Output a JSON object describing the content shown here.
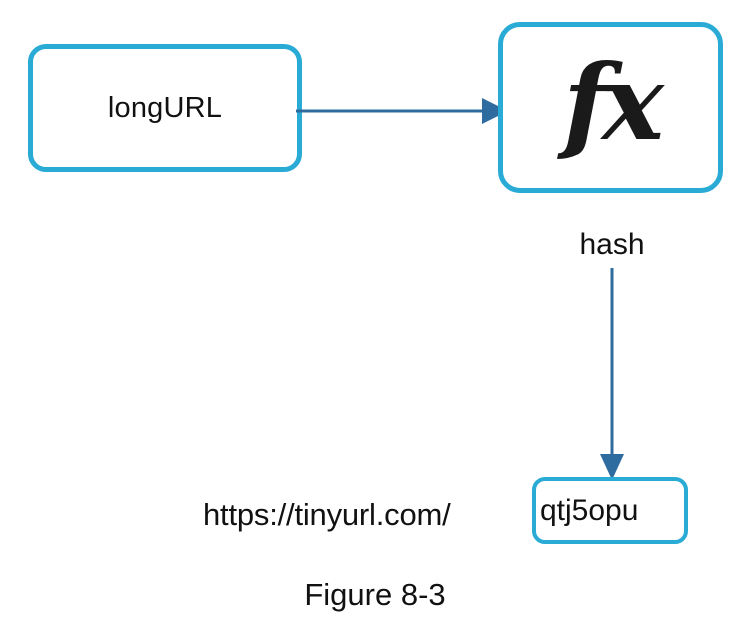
{
  "figure": {
    "caption": "Figure 8-3",
    "background_color": "#ffffff",
    "box_border_color": "#29abd6",
    "arrow_color": "#2e6ca0",
    "text_color": "#111111"
  },
  "nodes": {
    "input": {
      "label": "longURL",
      "name": "long-url-node"
    },
    "function": {
      "label": "fx",
      "name": "hash-function-node",
      "icon": "function-fx-icon"
    },
    "output_token": {
      "label": "qtj5opu",
      "name": "short-hash-token-node"
    }
  },
  "labels": {
    "hash_edge": "hash",
    "url_prefix": "https://tinyurl.com/"
  },
  "connectors": [
    {
      "name": "longurl-to-fx-arrow",
      "from": "longURL",
      "to": "fx",
      "direction": "right",
      "label": ""
    },
    {
      "name": "fx-to-token-arrow",
      "from": "fx",
      "to": "qtj5opu",
      "direction": "down",
      "label": "hash"
    }
  ]
}
